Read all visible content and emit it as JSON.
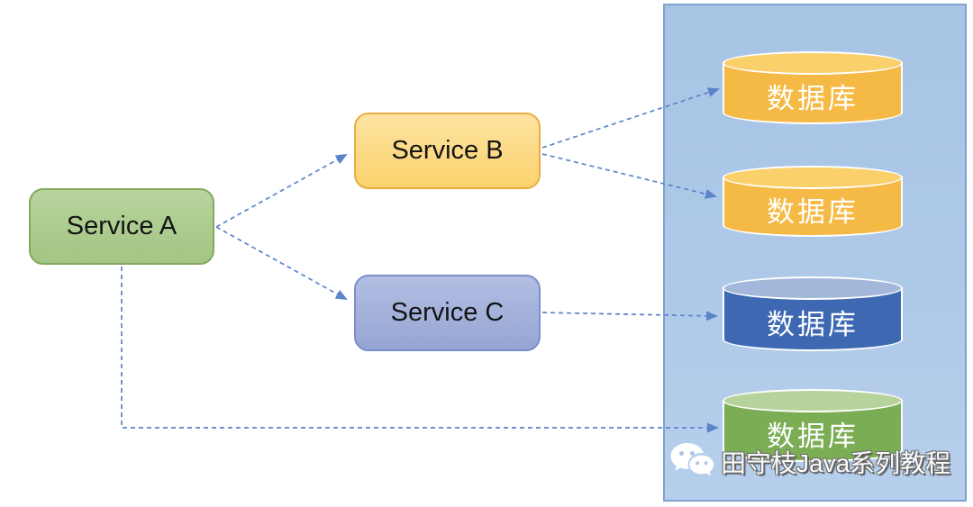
{
  "diagram": {
    "type": "architecture-diagram",
    "services": [
      {
        "id": "service-a",
        "label": "Service A",
        "fill": "#a9cb8d",
        "border": "#86a960"
      },
      {
        "id": "service-b",
        "label": "Service B",
        "fill": "#fcd97e",
        "border": "#e9ad41"
      },
      {
        "id": "service-c",
        "label": "Service C",
        "fill": "#a4b1dc",
        "border": "#7d8ec9"
      }
    ],
    "database_panel": {
      "fill": "#aec9e8",
      "border": "#7ea2cd"
    },
    "databases": [
      {
        "id": "db-1",
        "label": "数据库",
        "body_color": "#f5ba45",
        "top_color": "#f9d06a"
      },
      {
        "id": "db-2",
        "label": "数据库",
        "body_color": "#f5ba45",
        "top_color": "#f9d06a"
      },
      {
        "id": "db-3",
        "label": "数据库",
        "body_color": "#3e69b2",
        "top_color": "#a3b7da"
      },
      {
        "id": "db-4",
        "label": "数据库",
        "body_color": "#7bad55",
        "top_color": "#b6d39b"
      }
    ],
    "edges": [
      {
        "from": "service-a",
        "to": "service-b",
        "style": "dashed-arrow"
      },
      {
        "from": "service-a",
        "to": "service-c",
        "style": "dashed-arrow"
      },
      {
        "from": "service-b",
        "to": "db-1",
        "style": "dashed-arrow"
      },
      {
        "from": "service-b",
        "to": "db-2",
        "style": "dashed-arrow"
      },
      {
        "from": "service-c",
        "to": "db-3",
        "style": "dashed-arrow"
      },
      {
        "from": "service-a",
        "to": "db-4",
        "style": "dashed-elbow-arrow"
      }
    ],
    "edge_color": "#5b84c8",
    "watermark": {
      "icon": "wechat-icon",
      "text": "田守枝Java系列教程"
    }
  }
}
